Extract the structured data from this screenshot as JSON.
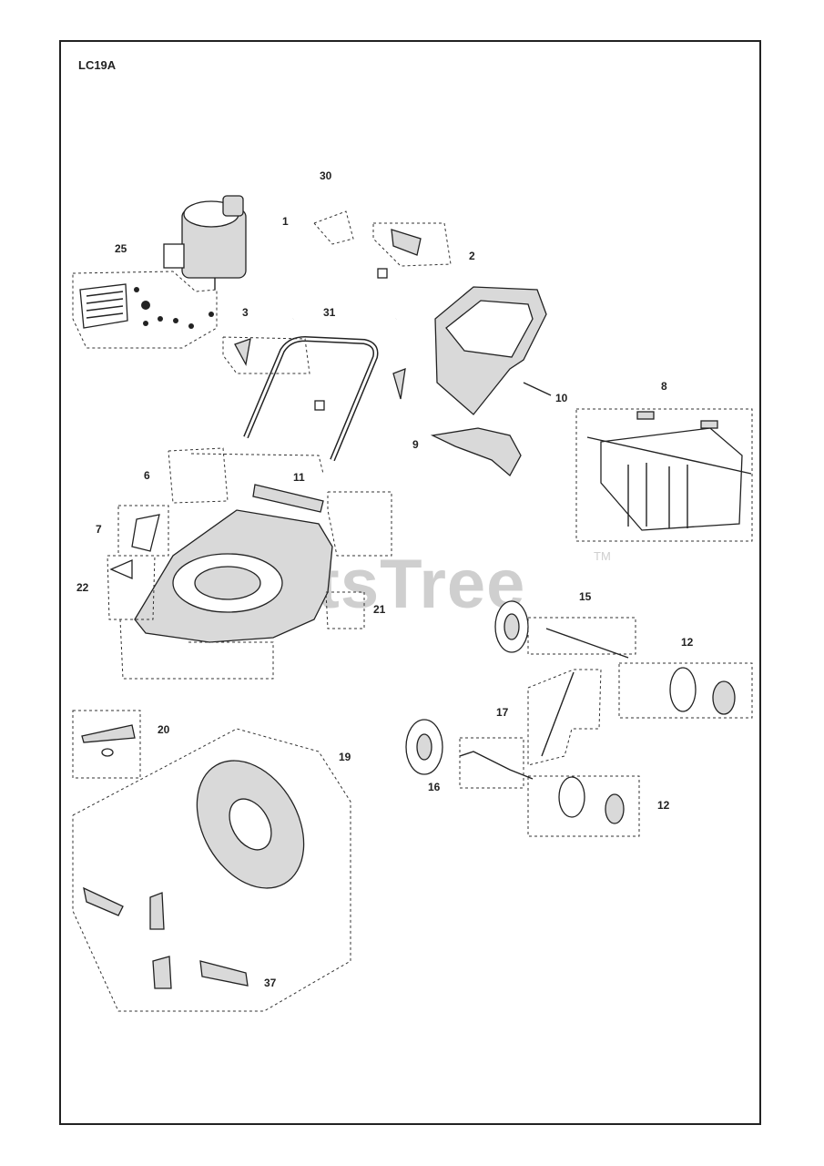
{
  "model": "LC19A",
  "watermark": "PartsTree",
  "trademark": "TM",
  "callouts": [
    "30",
    "1",
    "2",
    "25",
    "3",
    "31",
    "10",
    "8",
    "9",
    "6",
    "11",
    "7",
    "22",
    "21",
    "15",
    "12",
    "17",
    "20",
    "19",
    "16",
    "12",
    "37"
  ],
  "icons": [
    "engine-icon",
    "handle-icon",
    "grass-catcher-icon",
    "deck-icon",
    "blade-icon",
    "wheel-icon",
    "axle-icon",
    "height-adjust-icon"
  ]
}
